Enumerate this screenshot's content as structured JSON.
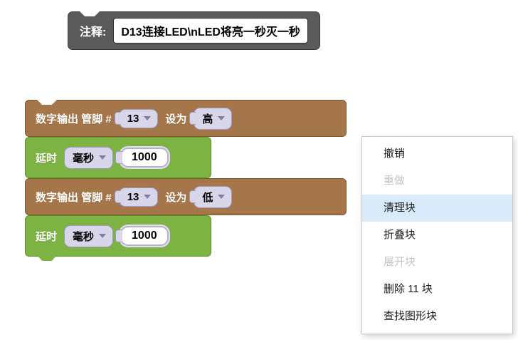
{
  "comment_block": {
    "label": "注释:",
    "text": "D13连接LED\\nLED将亮一秒灭一秒"
  },
  "blocks": [
    {
      "type": "digital_write",
      "label_pin": "数字输出 管脚 #",
      "pin": "13",
      "label_set": "设为",
      "level": "高"
    },
    {
      "type": "delay",
      "label": "延时",
      "unit": "毫秒",
      "duration": "1000"
    },
    {
      "type": "digital_write",
      "label_pin": "数字输出 管脚 #",
      "pin": "13",
      "label_set": "设为",
      "level": "低"
    },
    {
      "type": "delay",
      "label": "延时",
      "unit": "毫秒",
      "duration": "1000"
    }
  ],
  "colors": {
    "block_brown": "#a6764b",
    "block_green": "#7cb343",
    "comment_gray": "#5a5a5a",
    "dropdown_bg": "#d9d6ea",
    "menu_hover": "#d9eafa"
  },
  "context_menu": {
    "items": [
      {
        "label": "撤销",
        "state": "enabled"
      },
      {
        "label": "重做",
        "state": "disabled"
      },
      {
        "label": "清理块",
        "state": "hover"
      },
      {
        "label": "折叠块",
        "state": "enabled"
      },
      {
        "label": "展开块",
        "state": "disabled"
      },
      {
        "label": "删除 11 块",
        "state": "enabled"
      },
      {
        "label": "查找图形块",
        "state": "enabled"
      }
    ]
  }
}
